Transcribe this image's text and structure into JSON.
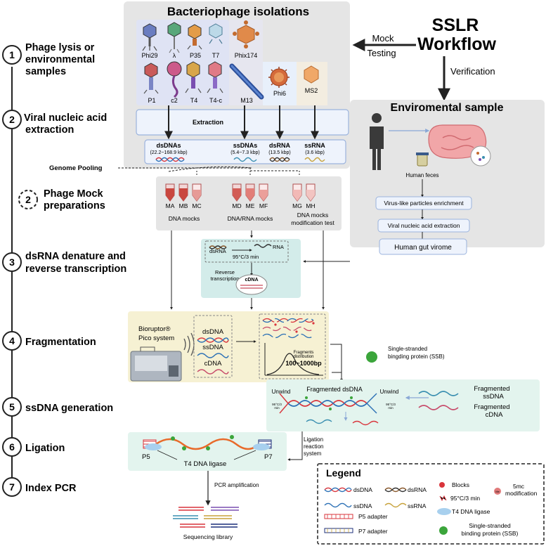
{
  "steps": [
    {
      "num": "1",
      "line1": "Phage lysis or",
      "line2": "environmental",
      "line3": "samples"
    },
    {
      "num": "2",
      "line1": "Viral nucleic acid",
      "line2": "extraction"
    },
    {
      "num": "2",
      "line1": "Phage Mock",
      "line2": "preparations"
    },
    {
      "num": "3",
      "line1": "dsRNA denature and",
      "line2": "reverse transcription"
    },
    {
      "num": "4",
      "line1": "Fragmentation"
    },
    {
      "num": "5",
      "line1": "ssDNA generation"
    },
    {
      "num": "6",
      "line1": "Ligation"
    },
    {
      "num": "7",
      "line1": "Index PCR"
    }
  ],
  "isolations": {
    "title": "Bacteriophage isolations",
    "phages": [
      "Phi29",
      "λ",
      "P35",
      "T7",
      "P1",
      "c2",
      "T4",
      "T4-c",
      "Phix174",
      "M13",
      "Phi6",
      "MS2"
    ]
  },
  "workflow": {
    "line1": "SSLR",
    "line2": "Workflow",
    "mock1": "Mock",
    "mock2": "Testing",
    "verification": "Verification"
  },
  "extraction": {
    "label": "Extraction",
    "types": [
      {
        "name": "dsDNAs",
        "range": "(22.2~168.9 kbp)"
      },
      {
        "name": "ssDNAs",
        "range": "(5.4~7.3 kbp)"
      },
      {
        "name": "dsRNA",
        "range": "(13.5 kbp)"
      },
      {
        "name": "ssRNA",
        "range": "(3.6 kbp)"
      }
    ]
  },
  "env": {
    "title": "Enviromental sample",
    "feces": "Human feces",
    "step1": "Virus-like particles enrichment",
    "step2": "Viral nucleic acid extraction",
    "step3": "Human gut virome"
  },
  "pooling": "Genome Pooling",
  "mocks": {
    "tubes": [
      "MA",
      "MB",
      "MC",
      "MD",
      "ME",
      "MF",
      "MG",
      "MH"
    ],
    "group1": "DNA mocks",
    "group2": "DNA/RNA mocks",
    "group3a": "DNA mocks",
    "group3b": "modification test"
  },
  "rt": {
    "dsrna": "dsRNA",
    "rna": "RNA",
    "heat": "95°C/3 min",
    "rev1": "Reverse",
    "rev2": "transcription",
    "cdna": "cDNA"
  },
  "frag": {
    "device1": "Bioruptor®",
    "device2": "Pico system",
    "dsdna": "dsDNA",
    "ssdna": "ssDNA",
    "cdna": "cDNA",
    "dist1": "Fragments",
    "dist2": "distribution",
    "size": "100~1000bp"
  },
  "ssb": {
    "line1": "Single-stranded",
    "line2": "bingding  protein (SSB)"
  },
  "ssgen": {
    "fragds": "Fragmented dsDNA",
    "unwind": "Unwind",
    "heat1": "95°C/3",
    "heat2": "min",
    "fragss1": "Fragmented",
    "fragss2": "ssDNA",
    "fragc1": "Fragmented",
    "fragc2": "cDNA"
  },
  "ligation": {
    "p5": "P5",
    "p7": "P7",
    "ligase": "T4 DNA ligase",
    "sys1": "Ligation",
    "sys2": "reaction",
    "sys3": "system"
  },
  "pcr": {
    "amp": "PCR amplification",
    "lib": "Sequencing library"
  },
  "legend": {
    "title": "Legend",
    "dsdna": "dsDNA",
    "dsrna": "dsRNA",
    "blocks": "Blocks",
    "mc1": "5mc",
    "mc2": "modification",
    "mcicon": "Me",
    "ssdna": "ssDNA",
    "ssrna": "ssRNA",
    "heat": "95°C/3 min",
    "p5": "P5 adapter",
    "p7": "P7 adapter",
    "ligase": "T4 DNA ligase",
    "ssb1": "Single-stranded",
    "ssb2": "binding protein (SSB)"
  },
  "colors": {
    "red": "#d9343b",
    "blue": "#2a6fb5",
    "green": "#3ba53b",
    "panel": "#e8e8e8",
    "teal": "#dff0ee",
    "yellow": "#f6f1d3",
    "lightblue": "#e8f0fb"
  }
}
